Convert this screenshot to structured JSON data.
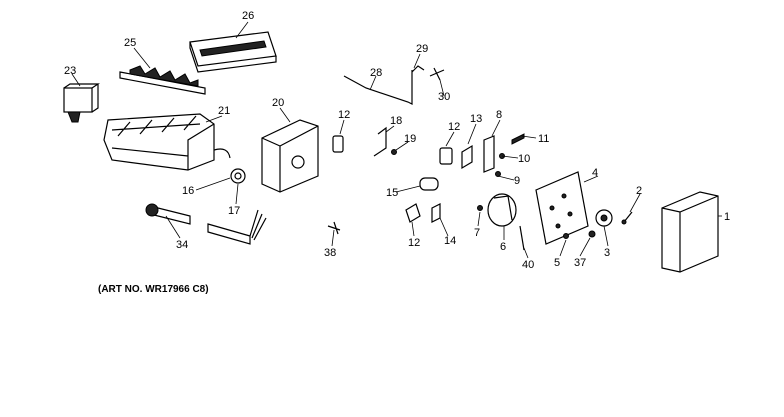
{
  "art_number": "(ART NO. WR17966 C8)",
  "callouts": [
    "1",
    "2",
    "3",
    "4",
    "5",
    "6",
    "7",
    "8",
    "9",
    "10",
    "11",
    "12",
    "12",
    "12",
    "13",
    "14",
    "15",
    "16",
    "17",
    "18",
    "19",
    "20",
    "21",
    "23",
    "25",
    "26",
    "28",
    "29",
    "30",
    "34",
    "37",
    "38",
    "40"
  ]
}
